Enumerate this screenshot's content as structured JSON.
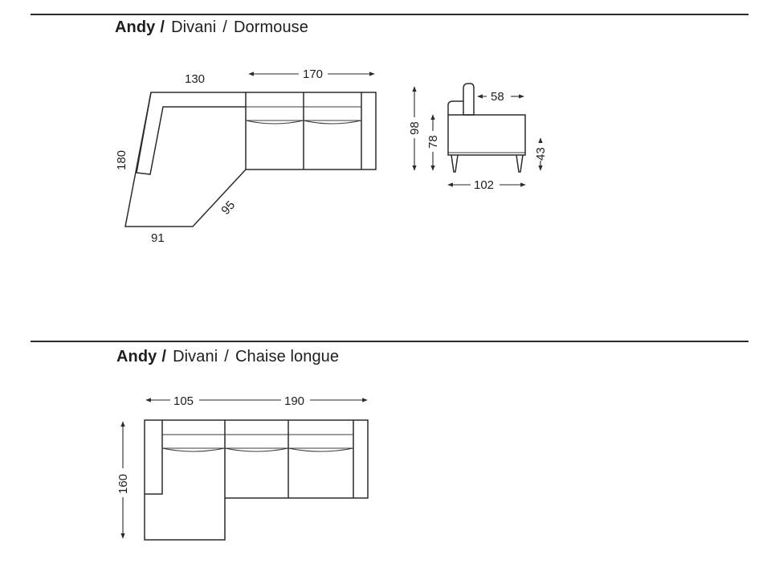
{
  "section1": {
    "brand": "Andy",
    "slash": "/",
    "category": "Divani",
    "separator": "/",
    "model": "Dormouse",
    "dims": {
      "top_left_width": "130",
      "top_right_width": "170",
      "left_depth": "180",
      "diagonal": "95",
      "bottom": "91",
      "side_total_height": "98",
      "side_arm_height": "78",
      "side_backrest_depth": "58",
      "side_seat_height": "43",
      "side_depth": "102"
    }
  },
  "section2": {
    "brand": "Andy",
    "slash": "/",
    "category": "Divani",
    "separator": "/",
    "model": "Chaise longue",
    "dims": {
      "chaise_width": "105",
      "sofa_width": "190",
      "depth": "160"
    }
  }
}
